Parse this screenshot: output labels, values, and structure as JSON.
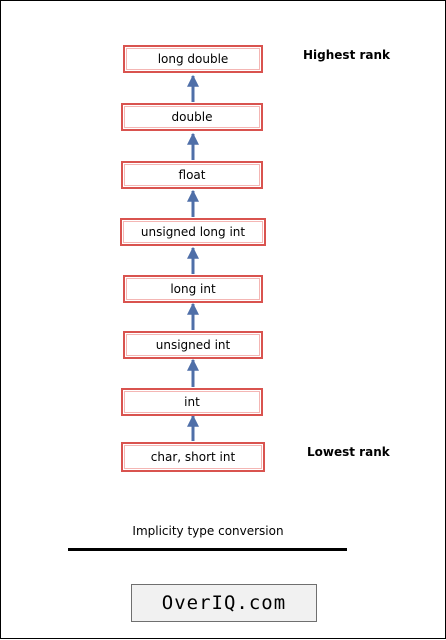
{
  "diagram": {
    "types": [
      "long double",
      "double",
      "float",
      "unsigned long int",
      "long int",
      "unsigned int",
      "int",
      "char, short int"
    ],
    "highest_label": "Highest rank",
    "lowest_label": "Lowest rank",
    "caption": "Implicity type conversion",
    "logo": "OverIQ.com",
    "colors": {
      "box_border": "#d9534f",
      "arrow": "#4f6fa8"
    }
  }
}
